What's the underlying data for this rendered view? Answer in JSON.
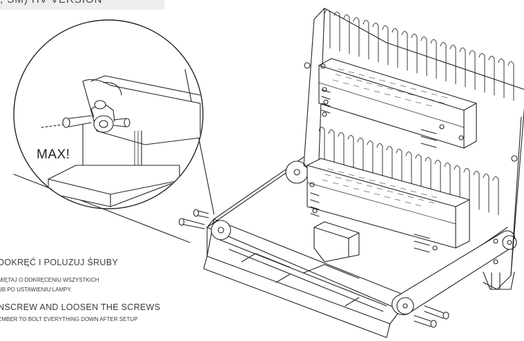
{
  "header": {
    "version_text": "), SM) HV VERSION"
  },
  "callout": {
    "max_label": "MAX!"
  },
  "instructions": {
    "pl_heading": "DOKRĘĆ I POLUZUJ ŚRUBY",
    "pl_note_line1": "MIĘTAJ O DOKRĘCENIU WSZYSTKICH",
    "pl_note_line2": "UB PO USTAWIENIU LAMPY.",
    "en_heading": "NSCREW AND LOOSEN THE SCREWS",
    "en_note": "EMBER TO BOLT EVERYTHING  DOWN AFTER SETUP"
  },
  "colors": {
    "line": "#222222",
    "banner_bg": "#eeeeee",
    "text": "#3a3a3a"
  }
}
